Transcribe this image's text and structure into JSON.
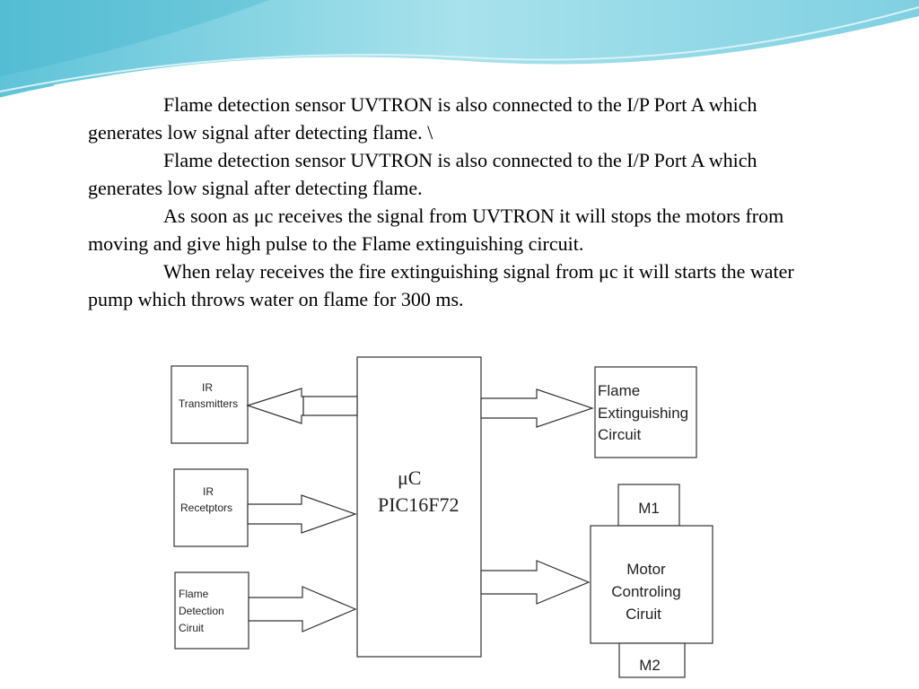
{
  "paragraphs": [
    "Flame detection sensor UVTRON is also connected to the I/P Port A which generates low signal after detecting flame. \\",
    "Flame detection sensor UVTRON is also connected to the I/P Port A which generates low signal after  detecting flame.",
    "As soon as μc receives the signal from UVTRON it will stops the motors from moving and give high pulse to the Flame extinguishing circuit.",
    "When relay receives  the fire extinguishing signal from μc it will starts the water pump which throws water on flame for 300 ms."
  ],
  "diagram": {
    "ir_transmitters": [
      "IR",
      "Transmitters"
    ],
    "ir_receptors": [
      "IR",
      "Recetptors"
    ],
    "flame_detection": [
      "Flame",
      "Detection",
      "Ciruit"
    ],
    "microcontroller": [
      "μC",
      "PIC16F72"
    ],
    "flame_extinguishing": [
      "Flame",
      "Extinguishing",
      "Circuit"
    ],
    "motor_m1": "M1",
    "motor_controlling": [
      "Motor",
      "Controling",
      "Ciruit"
    ],
    "motor_m2": "M2"
  }
}
